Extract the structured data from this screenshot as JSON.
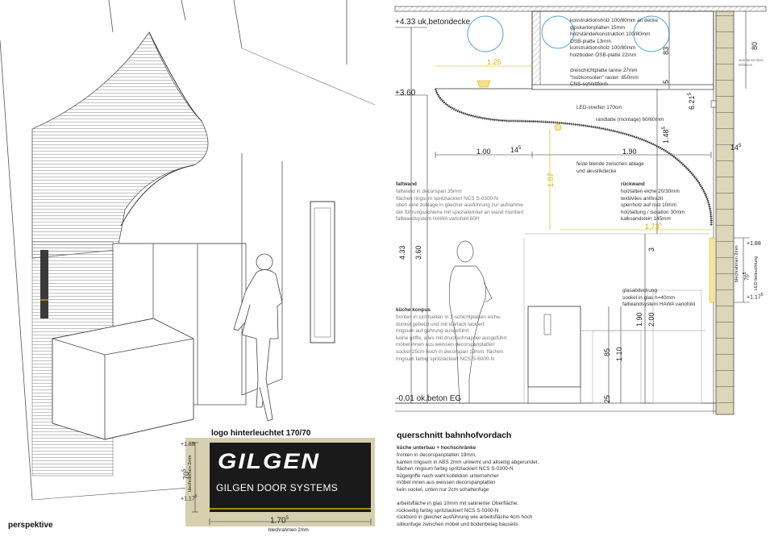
{
  "perspective": {
    "caption": "perspektive"
  },
  "logo": {
    "title": "logo hinterleuchtet 170/70",
    "brand_mark": "GILGEN",
    "brand_text": "GILGEN DOOR SYSTEMS",
    "dim_width": "1.70",
    "dim_width_sup": "5",
    "dim_width_note": "blechrahmen 2mm",
    "dim_height": "70",
    "dim_height_sup": "5",
    "dim_height_note": "blechrahmen 2mm",
    "dim_top": "+1.88",
    "dim_bottom": "+1.17",
    "dim_bottom_sup": "5"
  },
  "section": {
    "title": "querschnitt bahnhofvordach",
    "levels": {
      "top": "+4.33 uk,betondecke",
      "mid": "+3.60",
      "bottom": "-0.01 ok.beton EG"
    },
    "ceiling_notes": "konstruktionsholz 100/80mm an decke\ngipskartonplatten 15mm\nholzständerkonstruktion 100/80mm\nOSB-platte 13mm\nkonstruktionsholz 100/80mm\nholzboden OSB-platte 22mm",
    "plate_notes": "dreischichtplatte tanne 27mm\n\"holzkonsolen\" raster: 650mm\nCNS-schnittform",
    "led_note": "LED-streifen 170cm",
    "randlatte_note": "randlatte (montage) 60/60mm",
    "blende_note": "feste blende zwischen ablage\nund akustikdecke",
    "faltwand_title": "faltwand",
    "faltwand_text": "faltwand in decorspan 35mm\nflächen ringsum spritzlackiert NCS S-0300-N\noben eine zoblage in gleicher ausführung zur aufnahme\nder führungsschiene mit spezialwinkel an wand montiert\nfaltwandsystem HAWA variofold 80H",
    "rueckwand_title": "rückwand",
    "rueckwand_text": "holzlatten eiche 20/30mm\ntextilvlies anthrazit\nsperrholz auf rost 10mm\nholzlattung / isolation 30mm\nkalksandstein 145mm",
    "glass_notes": "glasabdeckung\nsockel in glas h=40mm\nfaltwandsystem HAWA variofold",
    "kueche_title": "küche konpus",
    "kueche_text": "fronten in sichtseiten in 3-schichtplatten eiche,\ndunkel gebeizt und mit klarlack lackiert\nringsum auf gehrung ausgeführt\nkeine griffe, alles mit druckschnapper ausgeführt\nmöbel innen aus weissen decorspanplatten\nsockel 25cm hoch in decorspan 19mm, flächen\nringsum farbig spritzlackiert NCS S-6000-N",
    "wall_opening_note": "wandanschluss\n80/80cm",
    "led_vertical_note": "LED beleuchtung",
    "frame_vertical_note": "blechrahmen 2mm",
    "dims": {
      "w_125": "1.25",
      "w_100": "1.00",
      "w_14a": "14",
      "w_14a_sup": "5",
      "w_190": "1.90",
      "w_14b": "14",
      "w_14b_sup": "5",
      "w_173": "1.73",
      "w_173_sup": "5",
      "h_80": "80",
      "h_83": "83",
      "h_5": "5",
      "h_621": "6.21",
      "h_621_sup": "5",
      "h_148": "1.48",
      "h_148_sup": "5",
      "h_107": "1.07",
      "h_433": "4.33",
      "h_360": "3.60",
      "h_3": "3",
      "h_200": "2.00",
      "h_190": "1.90",
      "h_85": "85",
      "h_110": "1.10",
      "h_25": "25",
      "r_188": "+1.88",
      "r_70": "70",
      "r_70_sup": "5",
      "r_117": "+1.17",
      "r_117_sup": "5"
    }
  },
  "notes_bottom": {
    "title": "küche unterbau + hochschränke",
    "text": "fronten in decorspanplatten 19mm,\nkanten ringsum in ABS 2mm umleimt und allseitig abgerundet.\nflächen ringsum farbig spritzlackiert NCS S-0300-N\nbügelgriffe nach wahl kollektion unternehmer\nmöbel innen aus weissen decorspanplatten\nkein sockel, unten nur 2cm schattenfuge\n\narbeitsfläche in glas 10mm mit satinierter Oberfläche,\nrückseitig farbig spritzlackiert NCS S-0300-N\nrückbord in gleicher ausführung wie arbeitsfläche 4cm hoch\nsilikonfuge zwischen möbel und bodenbelag bauseits"
  },
  "colors": {
    "line": "#333333",
    "accent": "#d8b000",
    "logo_bg": "#1a1a1a",
    "logo_frame": "#d6d0b0",
    "brick": "#ddd6b8",
    "glass": "#56a6d8"
  }
}
